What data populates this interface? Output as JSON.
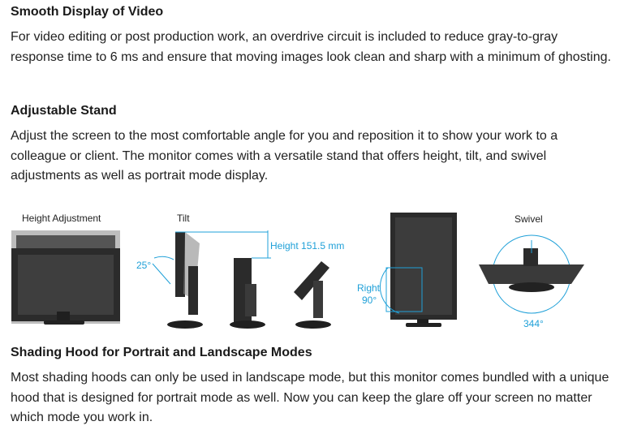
{
  "sections": [
    {
      "heading": "Smooth Display of Video",
      "body": "For video editing or post production work, an overdrive circuit is included to reduce gray-to-gray response time to 6 ms and ensure that moving images look clean and sharp with a minimum of ghosting."
    },
    {
      "heading": "Adjustable Stand",
      "body": "Adjust the screen to the most comfortable angle for you and reposition it to show your work to a colleague or client. The monitor comes with a versatile stand that offers height, tilt, and swivel adjustments as well as portrait mode display."
    },
    {
      "heading": "Shading Hood for Portrait and Landscape Modes",
      "body": "Most shading hoods can only be used in landscape mode, but this monitor comes bundled with a unique hood that is designed for portrait mode as well. Now you can keep the glare off your screen no matter which mode you work in."
    }
  ],
  "figure": {
    "height_label": "Height Adjustment",
    "tilt_label": "Tilt",
    "swivel_label": "Swivel",
    "tilt_angle": "25°",
    "height_value": "Height 151.5 mm",
    "rotate_dir": "Right",
    "rotate_angle": "90°",
    "swivel_angle": "344°"
  },
  "colors": {
    "accent": "#1fa0d8",
    "monitor": "#2b2b2b",
    "screen": "#3a3a3a"
  }
}
